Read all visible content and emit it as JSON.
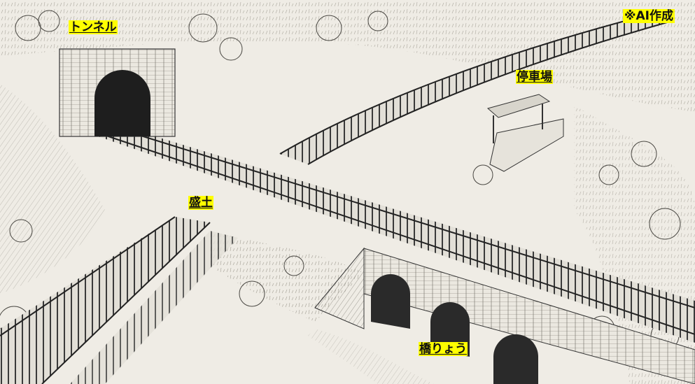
{
  "illustration": {
    "style": "pen-and-ink line drawing of railway landscape",
    "colors": {
      "paper": "#efece5",
      "ink": "#2a2a2a",
      "label_bg": "#ffff00"
    }
  },
  "labels": {
    "tunnel": "トンネル",
    "station": "停車場",
    "embankment": "盛土",
    "bridge": "橋りょう",
    "credit": "※AI作成"
  }
}
